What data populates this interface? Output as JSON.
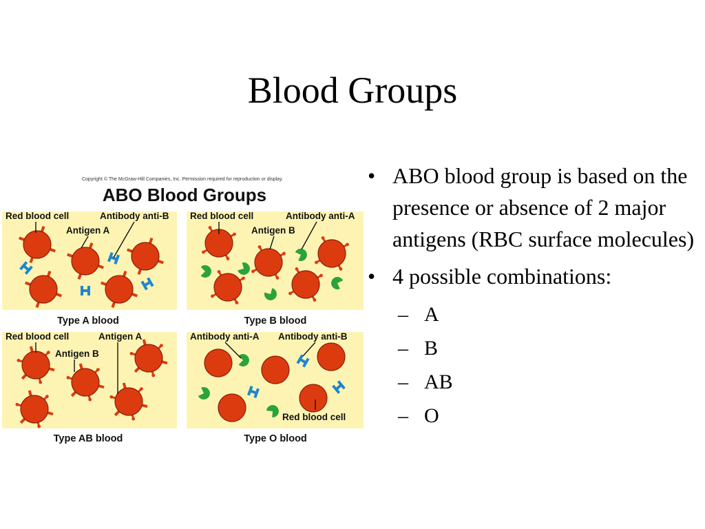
{
  "slide": {
    "title": "Blood Groups"
  },
  "figure": {
    "copyright": "Copyright © The McGraw-Hill Companies, Inc. Permission required for reproduction or display.",
    "title": "ABO Blood Groups",
    "colors": {
      "panel": "#fdf4b4",
      "cell": "#dc3b10",
      "cell_outline": "#8c1e06",
      "antibody_anti_b": "#1e86d0",
      "antibody_anti_a": "#2ba33a"
    },
    "panels": [
      {
        "caption": "Type A blood",
        "labels": [
          "Red blood cell",
          "Antibody anti-B",
          "Antigen A"
        ],
        "cell_antigen": "A",
        "plasma_antibodies": [
          "anti-B"
        ]
      },
      {
        "caption": "Type B blood",
        "labels": [
          "Red blood cell",
          "Antibody anti-A",
          "Antigen B"
        ],
        "cell_antigen": "B",
        "plasma_antibodies": [
          "anti-A"
        ]
      },
      {
        "caption": "Type AB blood",
        "labels": [
          "Red blood cell",
          "Antigen A",
          "Antigen B"
        ],
        "cell_antigen": "AB",
        "plasma_antibodies": []
      },
      {
        "caption": "Type O blood",
        "labels": [
          "Antibody anti-A",
          "Antibody anti-B",
          "Red blood cell"
        ],
        "cell_antigen": "none",
        "plasma_antibodies": [
          "anti-A",
          "anti-B"
        ]
      }
    ]
  },
  "bullets": [
    {
      "text": "ABO blood group is based on the presence or absence of 2 major antigens (RBC surface molecules)",
      "subitems": []
    },
    {
      "text": "4 possible combinations:",
      "subitems": [
        "A",
        "B",
        "AB",
        "O"
      ]
    }
  ]
}
